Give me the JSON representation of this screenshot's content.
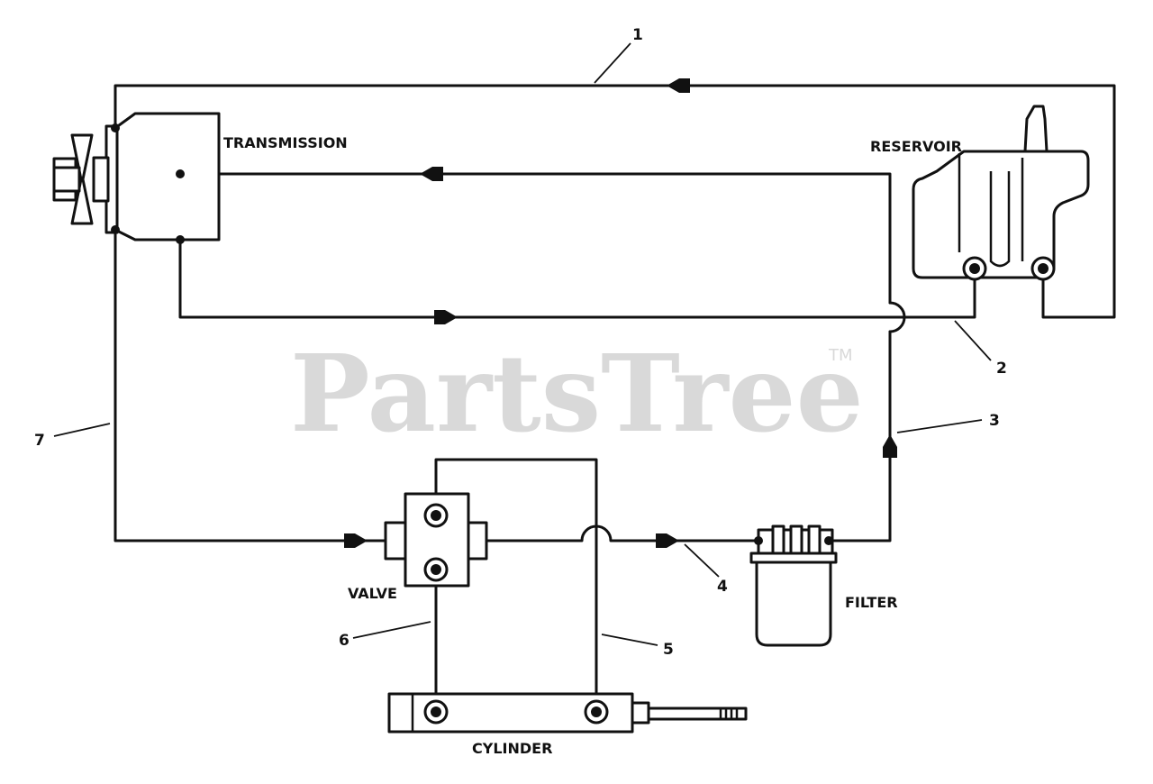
{
  "components": {
    "transmission": "TRANSMISSION",
    "reservoir": "RESERVOIR",
    "valve": "VALVE",
    "filter": "FILTER",
    "cylinder": "CYLINDER"
  },
  "callouts": [
    "1",
    "2",
    "3",
    "4",
    "5",
    "6",
    "7"
  ],
  "watermark": {
    "text": "PartsTree",
    "mark": "TM"
  },
  "colors": {
    "line": "#111111",
    "watermark": "#d9d9d9",
    "background": "#ffffff"
  }
}
